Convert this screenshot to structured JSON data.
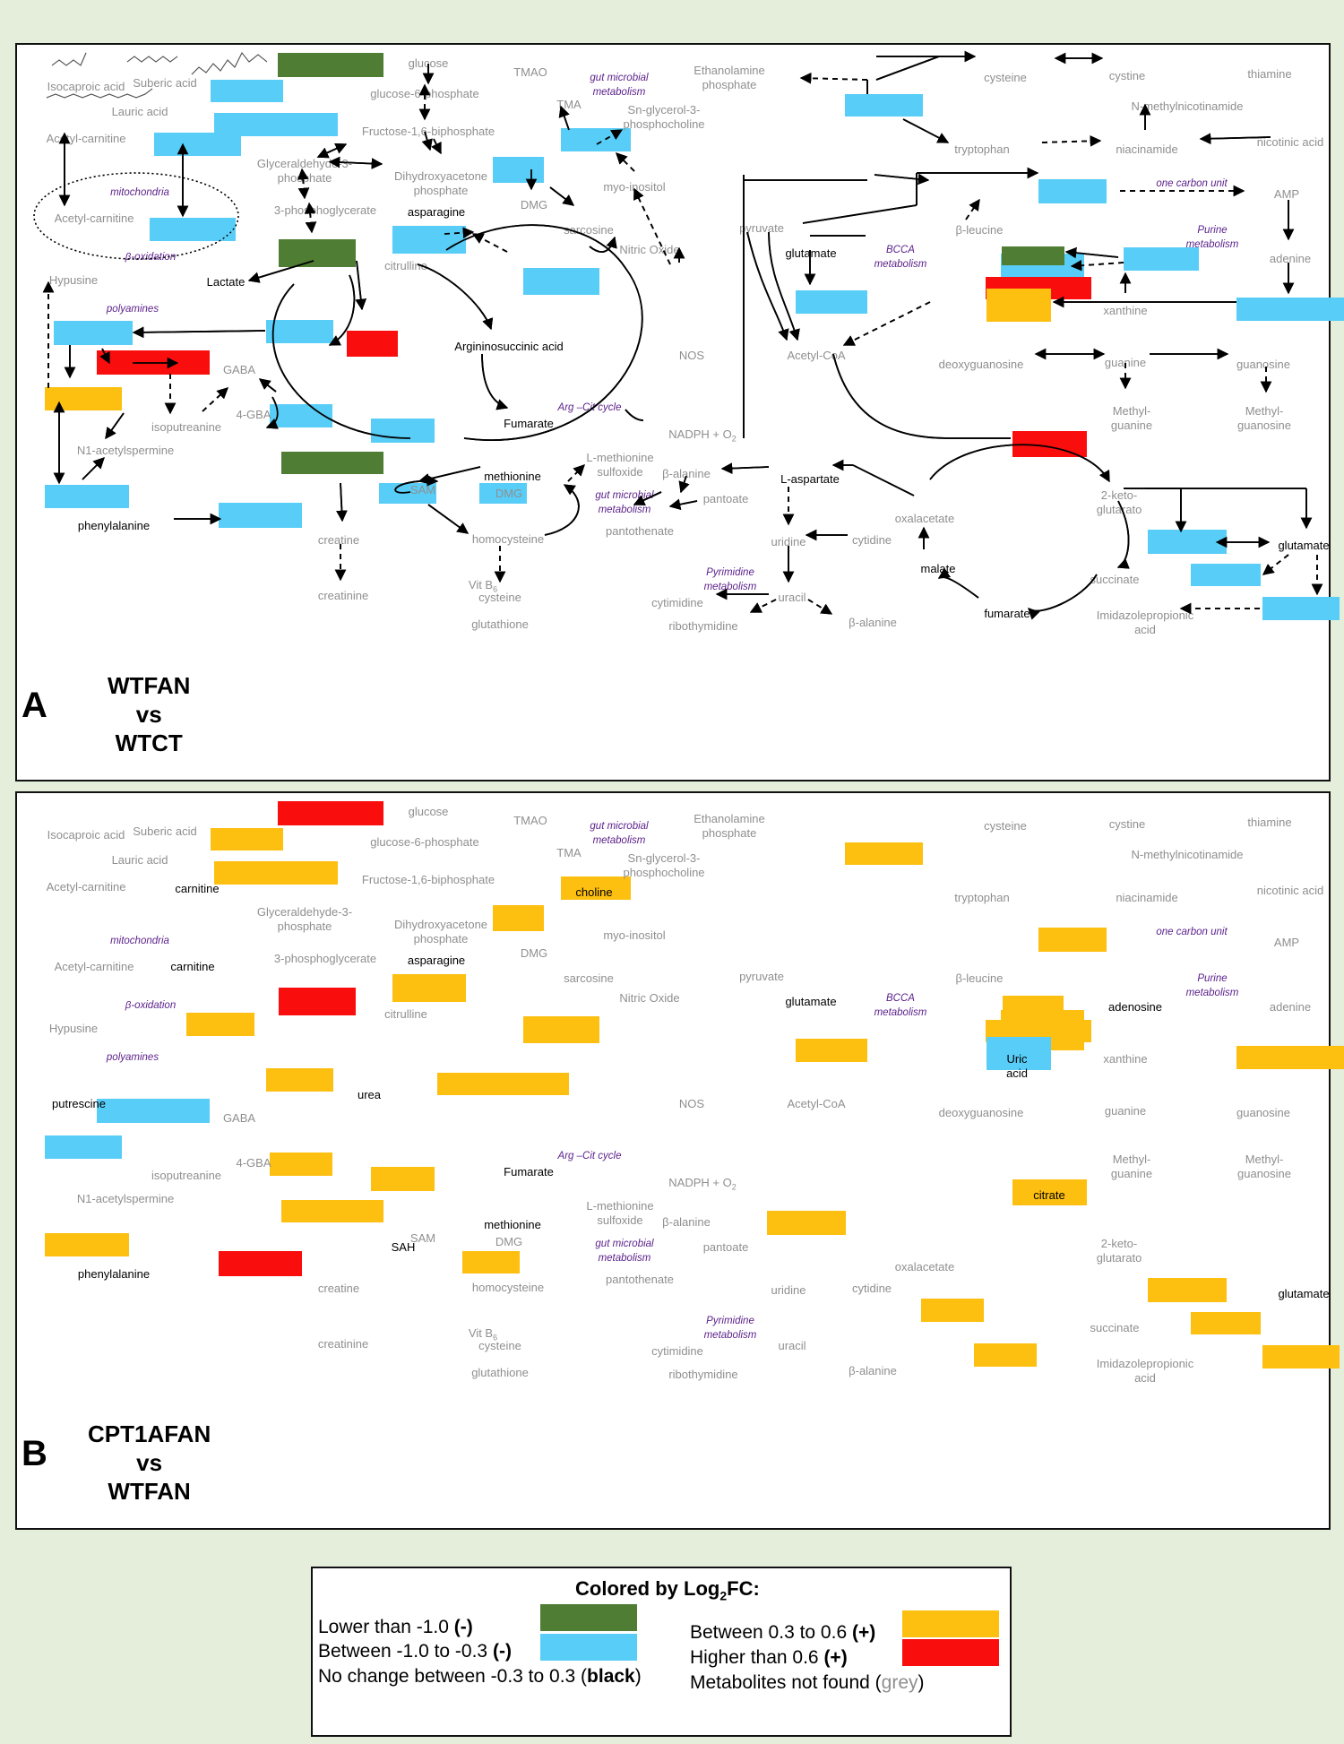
{
  "colors": {
    "green": "#4e7d33",
    "blue": "#58cdf7",
    "orange": "#fdbf10",
    "red": "#f90d0d",
    "grey_text": "#8f8f8f",
    "pathway_text": "#5a1f8a"
  },
  "panels": [
    {
      "letter": "A",
      "comparison": [
        "WTFAN",
        "vs",
        "WTCT"
      ],
      "labels": {
        "glucose": "glucose",
        "g6p": "glucose-6-phosphate",
        "f16bp": "Fructose-1,6-biphosphate",
        "g3p": "Glyceraldehyde-3-\nphosphate",
        "dhap": "Dihydroxyacetone\nphosphate",
        "pg3": "3-phosphoglycerate",
        "lactate": "Lactate",
        "isocaproic": "Isocaproic acid",
        "suberic": "Suberic acid",
        "lauric": "Lauric acid",
        "acetylcarnitine_top": "Acetyl-carnitine",
        "acetylcarnitine_mito": "Acetyl-carnitine",
        "carnitine_top": "",
        "carnitine_mito": "",
        "mitochondria": "mitochondria",
        "boxidation": "β-oxidation",
        "hypusine": "Hypusine",
        "polyamines": "polyamines",
        "putrescine": "",
        "gaba": "GABA",
        "gba4": "4-GBA",
        "isoputreanine": "isoputreanine",
        "n1acetyl": "N1-acetylspermine",
        "phenylalanine": "phenylalanine",
        "tmao": "TMAO",
        "tma": "TMA",
        "gutmicro1": "gut microbial\nmetabolism",
        "snglycerol": "Sn-glycerol-3-\nphosphocholine",
        "choline": "",
        "myoinositol": "myo-inositol",
        "dmg1": "DMG",
        "sarcosine": "sarcosine",
        "asparagine": "asparagine",
        "citrulline": "citrulline",
        "nitricoxide": "Nitric Oxide",
        "nos": "NOS",
        "center": "Argininosuccinic acid",
        "urea": "",
        "argcit": "Arg –Cit cycle",
        "fumarate_arg": "Fumarate",
        "nadph": "NADPH + O",
        "sam": "SAM",
        "sah": "",
        "methionine": "methionine",
        "lmetsulf": "L-methionine\nsulfoxide",
        "dmg2": "DMG",
        "gutmicro2": "gut microbial\nmetabolism",
        "pantoate": "pantoate",
        "pantothenate": "pantothenate",
        "homocysteine": "homocysteine",
        "creatine": "creatine",
        "creatinine": "creatinine",
        "vitb6": "Vit B",
        "cysteine_l": "cysteine",
        "glutathione": "glutathione",
        "ethanolamine": "Ethanolamine\nphosphate",
        "cysteine_r": "cysteine",
        "cystine": "cystine",
        "thiamine": "thiamine",
        "nmethyl": "N-methylnicotinamide",
        "tryptophan": "tryptophan",
        "niacinamide": "niacinamide",
        "nicotinic": "nicotinic acid",
        "onecarbon": "one carbon unit",
        "amp": "AMP",
        "pyruvate": "pyruvate",
        "bcca": "BCCA\nmetabolism",
        "bleucine": "β-leucine",
        "purine": "Purine\nmetabolism",
        "glutamate_l": "glutamate",
        "adenosine": "",
        "adenine": "adenine",
        "uricacid": "",
        "xanthine": "xanthine",
        "acetylcoa": "Acetyl-CoA",
        "deoxyguanosine": "deoxyguanosine",
        "guanine": "guanine",
        "guanosine": "guanosine",
        "methylguanine": "Methyl-\nguanine",
        "methylguanosine": "Methyl-\nguanosine",
        "citrate": "",
        "ketoglut": "2-keto-\nglutarato",
        "oxalacetate": "oxalacetate",
        "balanine1": "β-alanine",
        "laspartate": "L-aspartate",
        "uridine": "uridine",
        "cytidine": "cytidine",
        "pyrimidine": "Pyrimidine\nmetabolism",
        "uracil": "uracil",
        "cytimidine": "cytimidine",
        "ribothymidine": "ribothymidine",
        "balanine2": "β-alanine",
        "malate": "malate",
        "fumarate_tca": "fumarate",
        "succinate": "succinate",
        "glutamate_r": "glutamate",
        "imidazole": "Imidazolepropionic\nacid"
      },
      "black_keys": [
        "lactate",
        "asparagine",
        "center",
        "fumarate_arg",
        "methionine",
        "phenylalanine",
        "glutamate_l",
        "laspartate",
        "oxalacetate_x",
        "malate",
        "fumarate_tca",
        "glutamate_r"
      ],
      "boxes": [
        "green",
        "blue",
        "blue",
        "blue",
        "blue",
        "green",
        "blue",
        "blue",
        "blue",
        "red",
        "blue",
        "red",
        "orange",
        "blue",
        "blue",
        "green",
        "blue",
        "green",
        "blue",
        "blue",
        "blue",
        "blue",
        "blue",
        "blue",
        "blue",
        "green",
        "red",
        "orange",
        "blue",
        "red",
        "blue",
        "blue",
        "blue",
        "blue",
        "blue",
        "blue",
        "blue",
        "blue",
        "blue"
      ]
    },
    {
      "letter": "B",
      "comparison": [
        "CPT1AFAN",
        "vs",
        "WTFAN"
      ],
      "labels": {
        "glucose": "glucose",
        "g6p": "glucose-6-phosphate",
        "f16bp": "Fructose-1,6-biphosphate",
        "g3p": "Glyceraldehyde-3-\nphosphate",
        "dhap": "Dihydroxyacetone\nphosphate",
        "pg3": "3-phosphoglycerate",
        "lactate": "",
        "isocaproic": "Isocaproic acid",
        "suberic": "Suberic acid",
        "lauric": "Lauric acid",
        "acetylcarnitine_top": "Acetyl-carnitine",
        "acetylcarnitine_mito": "Acetyl-carnitine",
        "carnitine_top": "carnitine",
        "carnitine_mito": "carnitine",
        "mitochondria": "mitochondria",
        "boxidation": "β-oxidation",
        "hypusine": "Hypusine",
        "polyamines": "polyamines",
        "putrescine": "putrescine",
        "gaba": "GABA",
        "gba4": "4-GBA",
        "isoputreanine": "isoputreanine",
        "n1acetyl": "N1-acetylspermine",
        "phenylalanine": "phenylalanine",
        "tmao": "TMAO",
        "tma": "TMA",
        "gutmicro1": "gut microbial\nmetabolism",
        "snglycerol": "Sn-glycerol-3-\nphosphocholine",
        "choline": "choline",
        "myoinositol": "myo-inositol",
        "dmg1": "DMG",
        "sarcosine": "sarcosine",
        "asparagine": "asparagine",
        "citrulline": "citrulline",
        "nitricoxide": "Nitric Oxide",
        "nos": "NOS",
        "center": "",
        "urea": "urea",
        "argcit": "Arg –Cit cycle",
        "fumarate_arg": "Fumarate",
        "nadph": "NADPH + O",
        "sam": "SAM",
        "sah": "SAH",
        "methionine": "methionine",
        "lmetsulf": "L-methionine\nsulfoxide",
        "dmg2": "DMG",
        "gutmicro2": "gut microbial\nmetabolism",
        "pantoate": "pantoate",
        "pantothenate": "pantothenate",
        "homocysteine": "homocysteine",
        "creatine": "creatine",
        "creatinine": "creatinine",
        "vitb6": "Vit B",
        "cysteine_l": "cysteine",
        "glutathione": "glutathione",
        "ethanolamine": "Ethanolamine\nphosphate",
        "cysteine_r": "cysteine",
        "cystine": "cystine",
        "thiamine": "thiamine",
        "nmethyl": "N-methylnicotinamide",
        "tryptophan": "tryptophan",
        "niacinamide": "niacinamide",
        "nicotinic": "nicotinic acid",
        "onecarbon": "one carbon unit",
        "amp": "AMP",
        "pyruvate": "pyruvate",
        "bcca": "BCCA\nmetabolism",
        "bleucine": "β-leucine",
        "purine": "Purine\nmetabolism",
        "glutamate_l": "glutamate",
        "adenosine": "adenosine",
        "adenine": "adenine",
        "uricacid": "Uric\nacid",
        "xanthine": "xanthine",
        "acetylcoa": "Acetyl-CoA",
        "deoxyguanosine": "deoxyguanosine",
        "guanine": "guanine",
        "guanosine": "guanosine",
        "methylguanine": "Methyl-\nguanine",
        "methylguanosine": "Methyl-\nguanosine",
        "citrate": "citrate",
        "ketoglut": "2-keto-\nglutarato",
        "oxalacetate": "oxalacetate",
        "balanine1": "β-alanine",
        "laspartate": "",
        "uridine": "uridine",
        "cytidine": "cytidine",
        "pyrimidine": "Pyrimidine\nmetabolism",
        "uracil": "uracil",
        "cytimidine": "cytimidine",
        "ribothymidine": "ribothymidine",
        "balanine2": "β-alanine",
        "malate": "",
        "fumarate_tca": "",
        "succinate": "succinate",
        "glutamate_r": "glutamate",
        "imidazole": "Imidazolepropionic\nacid"
      },
      "black_keys": [
        "carnitine_top",
        "carnitine_mito",
        "putrescine",
        "choline",
        "asparagine",
        "urea",
        "fumarate_arg",
        "methionine",
        "sah",
        "phenylalanine",
        "glutamate_l",
        "adenosine",
        "uricacid",
        "citrate",
        "glutamate_r"
      ],
      "boxes": [
        "red",
        "orange",
        "orange",
        "none",
        "none",
        "red",
        "orange",
        "orange",
        "orange",
        "none",
        "orange",
        "blue",
        "blue",
        "orange",
        "orange",
        "orange",
        "orange",
        "red",
        "orange",
        "orange",
        "orange",
        "orange",
        "orange",
        "orange",
        "orange",
        "orange",
        "blue",
        "orange",
        "orange",
        "none",
        "orange",
        "orange",
        "orange",
        "orange",
        "orange",
        "orange",
        "orange",
        "orange",
        "orange",
        "orange",
        "orange",
        "orange",
        "orange",
        "orange"
      ]
    }
  ],
  "legend": {
    "title_main": "Colored by Log",
    "title_sub": "2",
    "title_end": "FC:",
    "items": [
      {
        "text": "Lower than -1.0 ",
        "tag": "(-)",
        "color": "#4e7d33"
      },
      {
        "text": "Between -1.0 to -0.3 ",
        "tag": "(-)",
        "color": "#58cdf7"
      },
      {
        "text": "Between 0.3 to 0.6 ",
        "tag": "(+)",
        "color": "#fdbf10"
      },
      {
        "text": "Higher than 0.6 ",
        "tag": "(+)",
        "color": "#f90d0d"
      }
    ],
    "nochange_a": "No change between -0.3 to 0.3 (",
    "nochange_b": "black",
    "nochange_c": ")",
    "notfound_a": "Metabolites not found (",
    "notfound_b": "grey",
    "notfound_c": ")"
  }
}
